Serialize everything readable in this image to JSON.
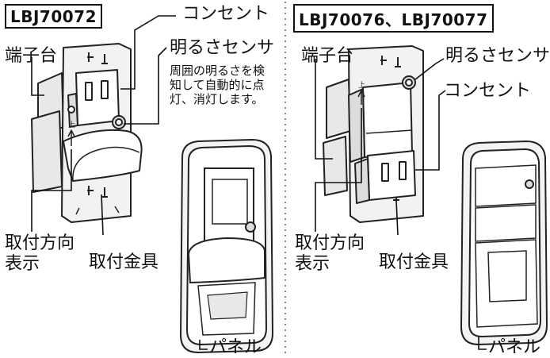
{
  "left": {
    "model": "LBJ70072",
    "outlet": "コンセント",
    "terminal_block": "端子台",
    "light_sensor": "明るさセンサ",
    "sensor_description": "周囲の明るさを検知して自動的に点灯、消灯します。",
    "mount_direction_line1": "取付方向",
    "mount_direction_line2": "表示",
    "bracket": "取付金具",
    "panel": "パネル",
    "up_mark": "上"
  },
  "right": {
    "model": "LBJ70076、LBJ70077",
    "terminal_block": "端子台",
    "light_sensor": "明るさセンサ",
    "outlet": "コンセント",
    "mount_direction_line1": "取付方向",
    "mount_direction_line2": "表示",
    "bracket": "取付金具",
    "panel": "パネル",
    "up_mark": "上"
  }
}
